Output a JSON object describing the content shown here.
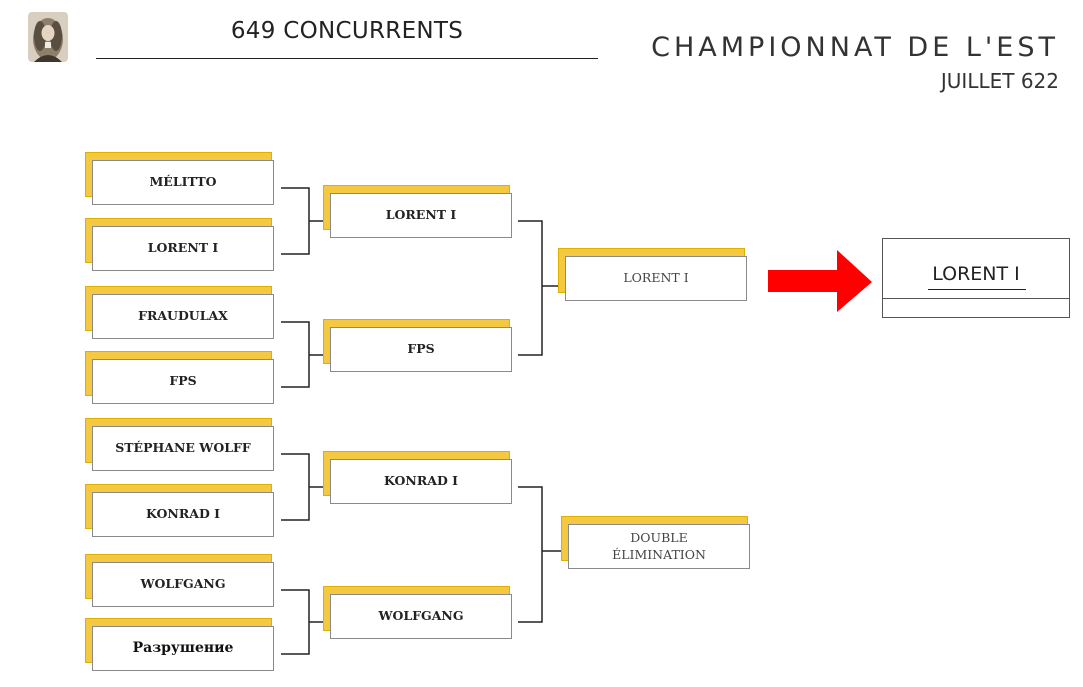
{
  "header": {
    "competitors": "649 CONCURRENTS",
    "title": "CHAMPIONNAT DE L'EST",
    "subtitle": "JUILLET 622"
  },
  "bracket": {
    "round1": [
      "MÉLITTO",
      "LORENT I",
      "FRAUDULAX",
      "FPS",
      "STÉPHANE WOLFF",
      "KONRAD I",
      "WOLFGANG",
      "Разрушение"
    ],
    "round2": [
      "LORENT I",
      "FPS",
      "KONRAD I",
      "WOLFGANG"
    ],
    "round3": [
      "LORENT I",
      "DOUBLE\nÉLIMINATION"
    ],
    "winner": "LORENT I"
  },
  "colors": {
    "tab": "#f5c842",
    "arrow": "#ff0000",
    "line": "#222222"
  },
  "icons": {
    "portrait": "portrait-icon",
    "arrow": "arrow-right-icon"
  }
}
